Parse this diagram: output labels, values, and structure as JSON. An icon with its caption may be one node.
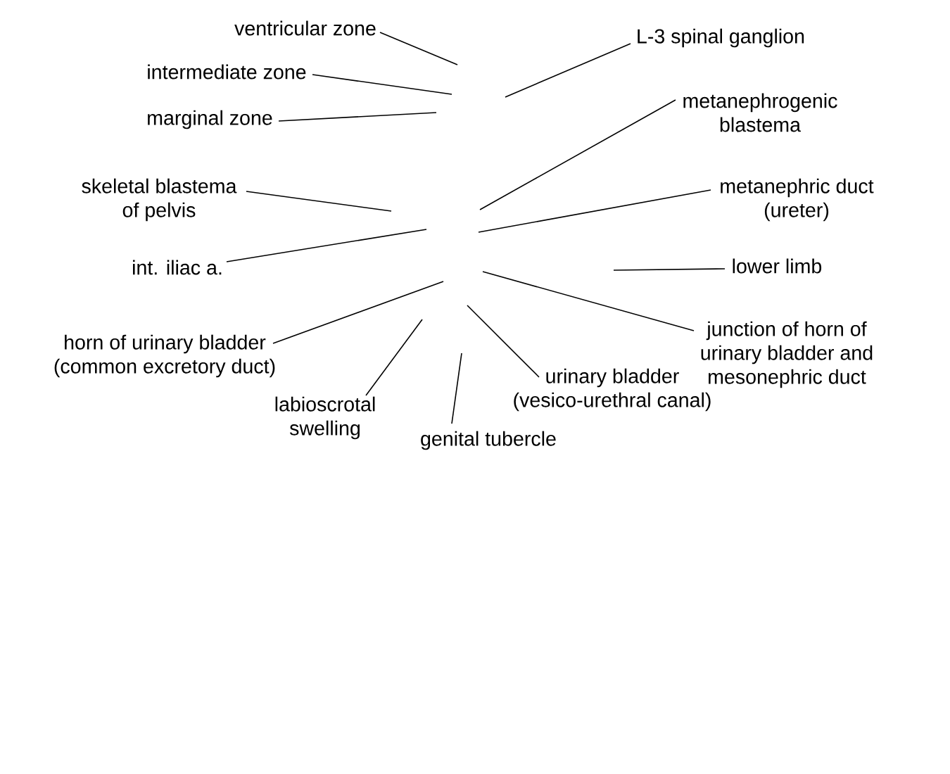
{
  "diagram": {
    "nodes": [
      {
        "text": [
          "ventricular zone"
        ]
      },
      {
        "text": [
          "L-3 spinal ganglion"
        ]
      },
      {
        "text": [
          "intermediate zone"
        ]
      },
      {
        "text": [
          "marginal zone"
        ]
      },
      {
        "text": [
          "metanephrogenic blastema"
        ]
      },
      {
        "text": [
          "skeletal blastema of pelvis"
        ]
      },
      {
        "text": [
          "metanephric duct (ureter)"
        ]
      },
      {
        "text": [
          "int. iliac a."
        ]
      },
      {
        "text": [
          "lower limb"
        ]
      },
      {
        "text": [
          "horn of urinary bladder (common excretory duct)"
        ]
      },
      {
        "text": [
          "junction of horn of urinary bladder and mesonephric duct"
        ]
      },
      {
        "text": [
          "labioscrotal swelling"
        ]
      },
      {
        "text": [
          "urinary bladder (vesico-urethral canal)"
        ]
      },
      {
        "text": [
          "genital tubercle"
        ]
      }
    ],
    "edges": [
      {
        "from": 0,
        "to": null,
        "arrow": "none"
      },
      {
        "from": 1,
        "to": null,
        "arrow": "none"
      },
      {
        "from": 2,
        "to": null,
        "arrow": "none"
      },
      {
        "from": 3,
        "to": null,
        "arrow": "none"
      },
      {
        "from": 4,
        "to": null,
        "arrow": "none"
      },
      {
        "from": 5,
        "to": null,
        "arrow": "none"
      },
      {
        "from": 6,
        "to": null,
        "arrow": "none"
      },
      {
        "from": 7,
        "to": null,
        "arrow": "none"
      },
      {
        "from": 8,
        "to": null,
        "arrow": "none"
      },
      {
        "from": 9,
        "to": null,
        "arrow": "none"
      },
      {
        "from": 10,
        "to": null,
        "arrow": "none"
      },
      {
        "from": 11,
        "to": null,
        "arrow": "none"
      },
      {
        "from": 12,
        "to": null,
        "arrow": "none"
      },
      {
        "from": 13,
        "to": null,
        "arrow": "none"
      }
    ]
  }
}
